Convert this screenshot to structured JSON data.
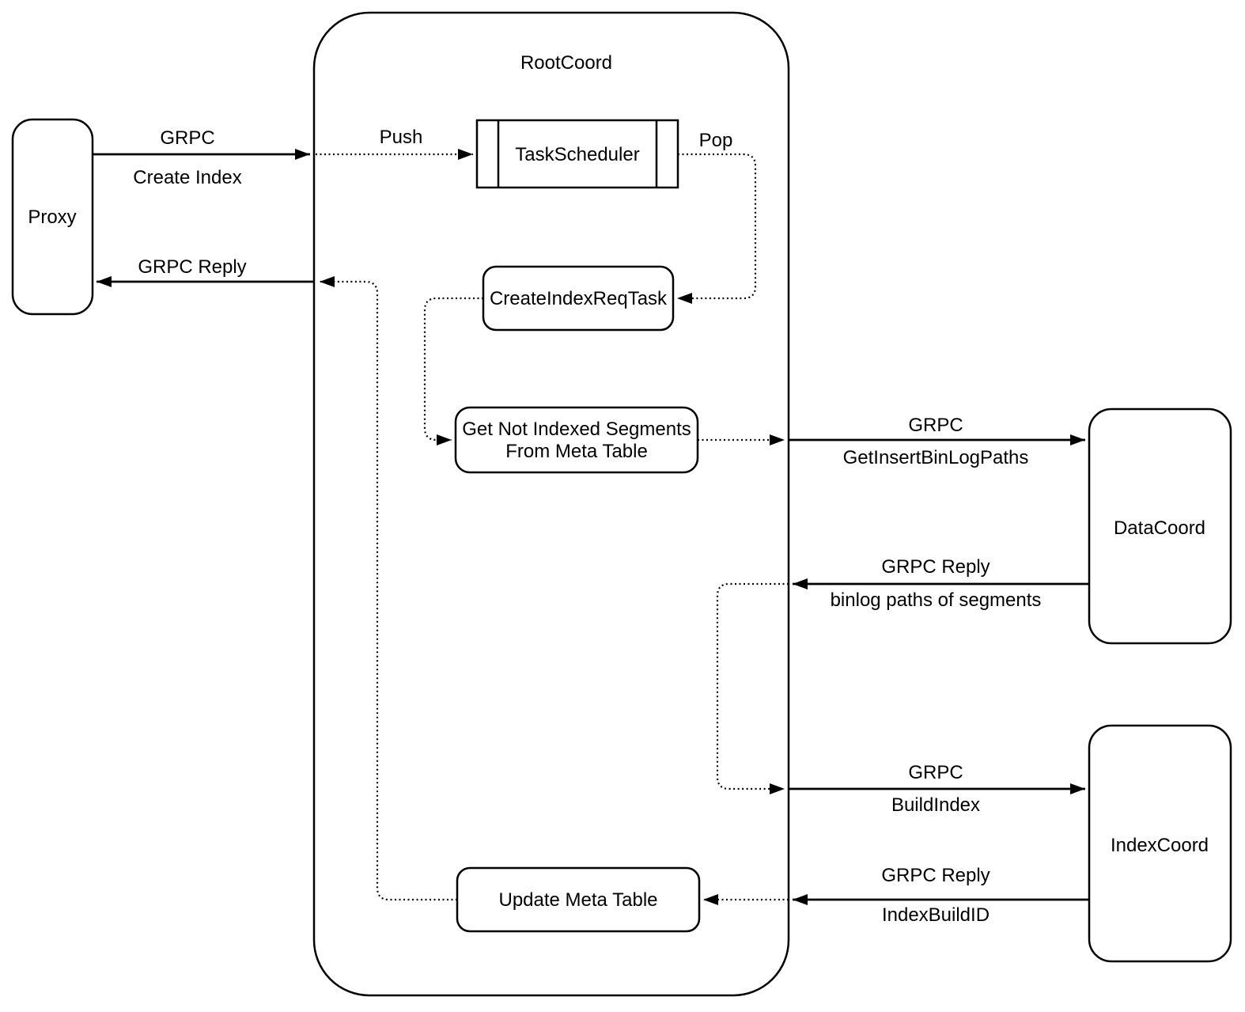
{
  "diagram": {
    "container": {
      "title": "RootCoord"
    },
    "nodes": {
      "proxy": {
        "label": "Proxy"
      },
      "task_scheduler": {
        "label": "TaskScheduler"
      },
      "create_index_req_task": {
        "label": "CreateIndexReqTask"
      },
      "get_not_indexed_segments": {
        "line1": "Get Not Indexed Segments",
        "line2": "From Meta Table"
      },
      "update_meta_table": {
        "label": "Update Meta Table"
      },
      "data_coord": {
        "label": "DataCoord"
      },
      "index_coord": {
        "label": "IndexCoord"
      }
    },
    "edges": {
      "create_index": {
        "top": "GRPC",
        "bottom": "Create Index"
      },
      "grpc_reply_to_proxy": {
        "top": "GRPC Reply"
      },
      "push": {
        "label": "Push"
      },
      "pop": {
        "label": "Pop"
      },
      "get_insert_bin_log_paths": {
        "top": "GRPC",
        "bottom": "GetInsertBinLogPaths"
      },
      "binlog_paths_reply": {
        "top": "GRPC Reply",
        "bottom": "binlog paths of segments"
      },
      "build_index": {
        "top": "GRPC",
        "bottom": "BuildIndex"
      },
      "index_build_id_reply": {
        "top": "GRPC Reply",
        "bottom": "IndexBuildID"
      }
    },
    "colors": {
      "stroke": "#000000",
      "background": "#ffffff",
      "node_fill": "#ffffff"
    }
  }
}
